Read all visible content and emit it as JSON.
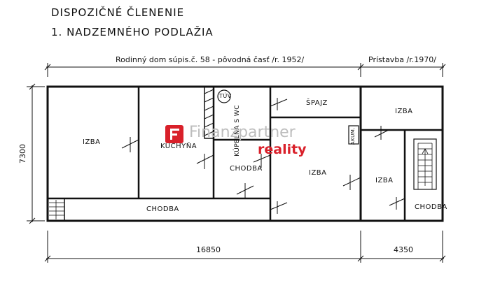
{
  "title": {
    "line1": "DISPOZIČNÉ ČLENENIE",
    "line2": "1. NADZEMNÉHO PODLAŽIA"
  },
  "sections": {
    "original": "Rodinný dom súpis.č. 58 - pôvodná časť /r. 1952/",
    "extension": "Prístavba /r.1970/"
  },
  "dimensions": {
    "depth": "7300",
    "length_original": "16850",
    "length_extension": "4350"
  },
  "rooms": {
    "izba_left": "IZBA",
    "kuchyna": "KUCHYŇA",
    "tuv": "TÚV",
    "kupelna_wc": "KÚPEĽŇA S WC",
    "spajz": "ŠPAJZ",
    "chodba_small": "CHODBA",
    "izba_center": "IZBA",
    "akum": "AKUM.",
    "chodba_bottom": "CHODBA",
    "izba_ext_top": "IZBA",
    "izba_ext": "IZBA",
    "chodba_ext": "CHODBA"
  },
  "watermark": {
    "brand": "Finanzpartner",
    "sub": "reality",
    "brand_color": "#bdbdbd",
    "accent_color": "#d9202a"
  }
}
